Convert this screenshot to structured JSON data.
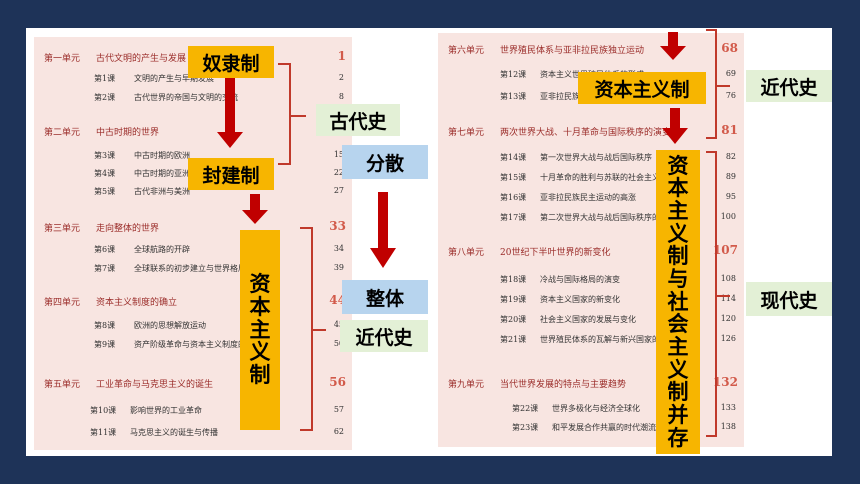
{
  "left_page": {
    "units": [
      {
        "unit": "第一单元",
        "title": "古代文明的产生与发展",
        "page": "1",
        "lessons": [
          {
            "no": "第1课",
            "title": "文明的产生与早期发展",
            "page": "2"
          },
          {
            "no": "第2课",
            "title": "古代世界的帝国与文明的交流",
            "page": "8"
          }
        ]
      },
      {
        "unit": "第二单元",
        "title": "中古时期的世界",
        "page": "",
        "lessons": [
          {
            "no": "第3课",
            "title": "中古时期的欧洲",
            "page": "15"
          },
          {
            "no": "第4课",
            "title": "中古时期的亚洲",
            "page": "22"
          },
          {
            "no": "第5课",
            "title": "古代非洲与美洲",
            "page": "27"
          }
        ]
      },
      {
        "unit": "第三单元",
        "title": "走向整体的世界",
        "page": "33",
        "lessons": [
          {
            "no": "第6课",
            "title": "全球航路的开辟",
            "page": "34"
          },
          {
            "no": "第7课",
            "title": "全球联系的初步建立与世界格局的演变",
            "page": "39"
          }
        ]
      },
      {
        "unit": "第四单元",
        "title": "资本主义制度的确立",
        "page": "44",
        "lessons": [
          {
            "no": "第8课",
            "title": "欧洲的思想解放运动",
            "page": "45"
          },
          {
            "no": "第9课",
            "title": "资产阶级革命与资本主义制度的确立",
            "page": "50"
          }
        ]
      },
      {
        "unit": "第五单元",
        "title": "工业革命与马克思主义的诞生",
        "page": "56",
        "lessons": [
          {
            "no": "第10课",
            "title": "影响世界的工业革命",
            "page": "57"
          },
          {
            "no": "第11课",
            "title": "马克思主义的诞生与传播",
            "page": "62"
          }
        ]
      }
    ]
  },
  "right_page": {
    "units": [
      {
        "unit": "第六单元",
        "title": "世界殖民体系与亚非拉民族独立运动",
        "page": "68",
        "lessons": [
          {
            "no": "第12课",
            "title": "资本主义世界殖民体系的形成",
            "page": "69"
          },
          {
            "no": "第13课",
            "title": "亚非拉民族独立运动",
            "page": "76"
          }
        ]
      },
      {
        "unit": "第七单元",
        "title": "两次世界大战、十月革命与国际秩序的演变",
        "page": "81",
        "lessons": [
          {
            "no": "第14课",
            "title": "第一次世界大战与战后国际秩序",
            "page": "82"
          },
          {
            "no": "第15课",
            "title": "十月革命的胜利与苏联的社会主义实践",
            "page": "89"
          },
          {
            "no": "第16课",
            "title": "亚非拉民族民主运动的高涨",
            "page": "95"
          },
          {
            "no": "第17课",
            "title": "第二次世界大战与战后国际秩序的形成",
            "page": "100"
          }
        ]
      },
      {
        "unit": "第八单元",
        "title": "20世纪下半叶世界的新变化",
        "page": "107",
        "lessons": [
          {
            "no": "第18课",
            "title": "冷战与国际格局的演变",
            "page": "108"
          },
          {
            "no": "第19课",
            "title": "资本主义国家的新变化",
            "page": "114"
          },
          {
            "no": "第20课",
            "title": "社会主义国家的发展与变化",
            "page": "120"
          },
          {
            "no": "第21课",
            "title": "世界殖民体系的瓦解与新兴国家的发展",
            "page": "126"
          }
        ]
      },
      {
        "unit": "第九单元",
        "title": "当代世界发展的特点与主要趋势",
        "page": "132",
        "lessons": [
          {
            "no": "第22课",
            "title": "世界多极化与经济全球化",
            "page": "133"
          },
          {
            "no": "第23课",
            "title": "和平发展合作共赢的时代潮流",
            "page": "138"
          }
        ]
      }
    ]
  },
  "labels": {
    "slavery": "奴隶制",
    "feudal": "封建制",
    "ancient_history": "古代史",
    "scattered": "分散",
    "whole": "整体",
    "modern_history_left": "近代史",
    "capitalism_left": "资本主义制",
    "capitalism_right": "资本主义制",
    "modern_history_right": "近代史",
    "coexist": "资本主义制与社会主义制并存",
    "contemporary_history": "现代史"
  },
  "colors": {
    "background": "#1e3358",
    "page": "#f8e5e1",
    "heading": "#9b2d2a",
    "arrow": "#c00000",
    "bracket": "#c0392b",
    "orange": "#f7b500",
    "green": "#e3f0d6",
    "blue": "#b7d4ee"
  }
}
